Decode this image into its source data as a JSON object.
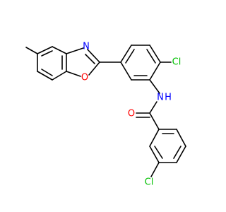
{
  "colors": {
    "bond": "#000000",
    "carbon": "#000000",
    "nitrogen": "#0000ff",
    "oxygen": "#ff0000",
    "chlorine": "#00c000",
    "background": "#ffffff"
  },
  "atoms": {
    "n_oxazole": "N",
    "o_oxazole": "O",
    "cl_top": "Cl",
    "n_amide": "N",
    "h_amide": "H",
    "o_carbonyl": "O",
    "cl_bottom": "Cl"
  }
}
